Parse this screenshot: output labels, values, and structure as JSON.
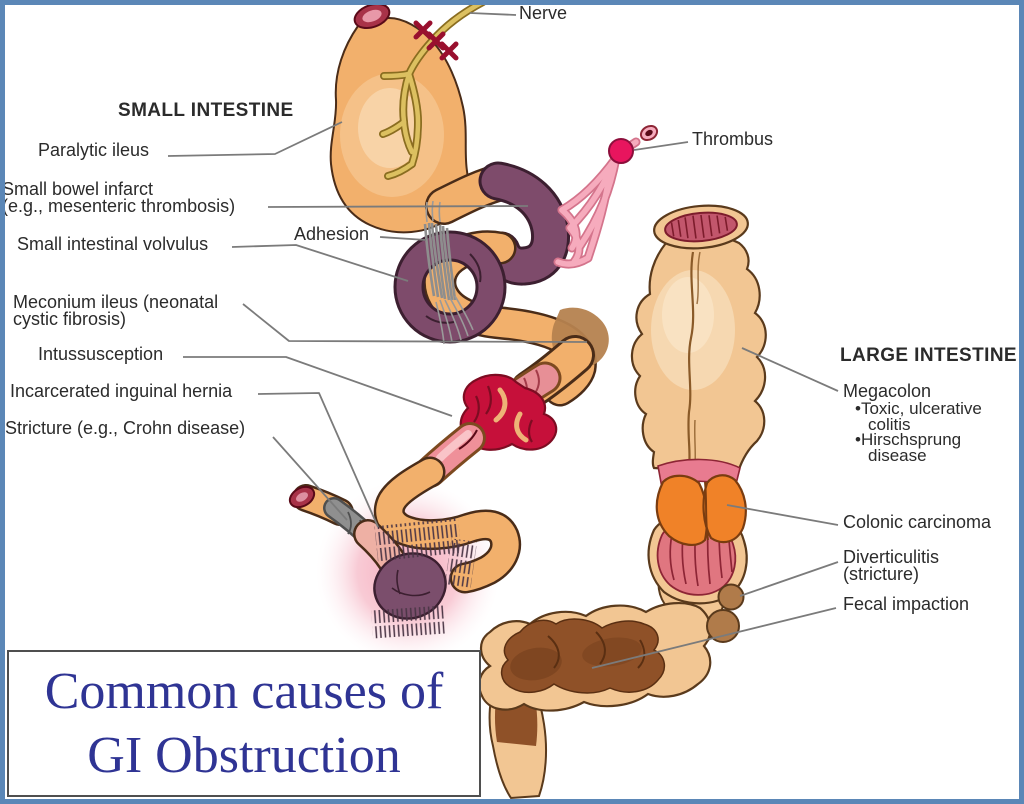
{
  "title": {
    "line1": "Common causes of",
    "line2": "GI Obstruction"
  },
  "sections": {
    "small": "SMALL INTESTINE",
    "large": "LARGE INTESTINE"
  },
  "labels": {
    "nerve": "Nerve",
    "paralytic_ileus": "Paralytic ileus",
    "small_bowel_infarct": {
      "line1": "Small bowel infarct",
      "line2": "(e.g., mesenteric thrombosis)"
    },
    "small_intestinal_volvulus": "Small intestinal volvulus",
    "adhesion": "Adhesion",
    "thrombus": "Thrombus",
    "meconium_ileus": {
      "line1": "Meconium ileus (neonatal",
      "line2": "cystic fibrosis)"
    },
    "intussusception": "Intussusception",
    "incarcerated_inguinal_hernia": "Incarcerated inguinal hernia",
    "stricture": "Stricture (e.g., Crohn disease)",
    "megacolon": "Megacolon",
    "megacolon_bullet1": {
      "line1": "•Toxic, ulcerative",
      "line2": "colitis"
    },
    "megacolon_bullet2": {
      "line1": "•Hirschsprung",
      "line2": "disease"
    },
    "colonic_carcinoma": "Colonic carcinoma",
    "diverticulitis": {
      "line1": "Diverticulitis",
      "line2": "(stricture)"
    },
    "fecal_impaction": "Fecal impaction"
  },
  "colors": {
    "frame_blue": "#5b87b7",
    "title_text_blue": "#2f3494",
    "label_text": "#2b2b2b",
    "leader_line_gray": "#7b7b7b",
    "bowel_tan": "#f2b06c",
    "colon_tan": "#f2c693",
    "ischemic_purple": "#7e4b6b",
    "mesenteric_vessel_pink": "#f6abbd",
    "thrombus_magenta": "#e8155e",
    "nerve_yellow": "#dcc060",
    "nerve_block_x_red": "#990f2e",
    "intussusception_red": "#c6103a",
    "stricture_gray": "#8f8f8f",
    "hernia_sac_purple": "#7b4e6c",
    "hernia_glow_pink": "#f3a3b6",
    "carcinoma_orange": "#f08228",
    "lumen_pink": "#c2566c",
    "salmon_interior": "#e07680",
    "feces_brown": "#8f5128",
    "diverticula_brown": "#b07b4a",
    "meconium_brown": "#b5824f"
  }
}
